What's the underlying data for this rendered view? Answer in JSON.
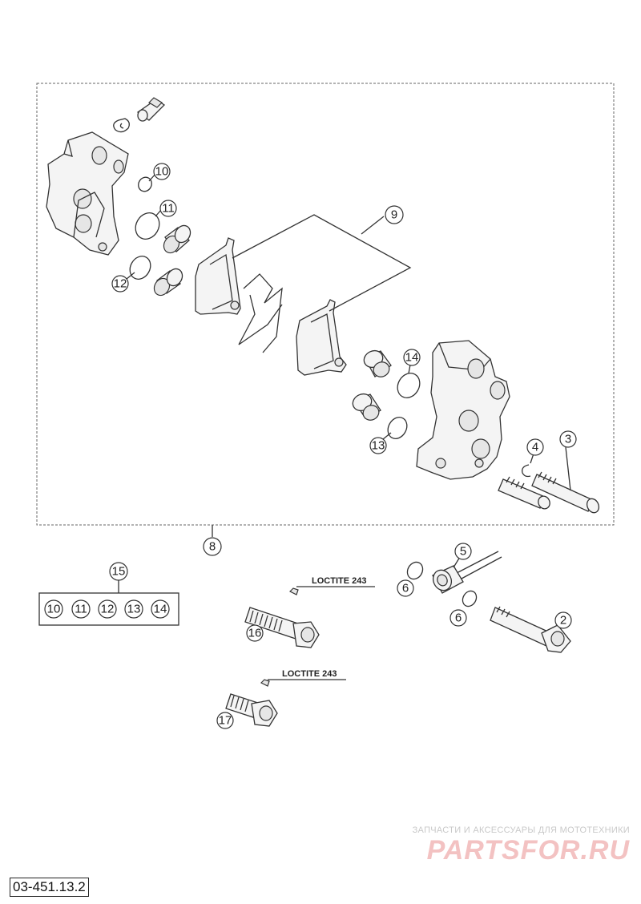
{
  "diagram": {
    "code": "03-451.13.2",
    "callouts": {
      "c2": "2",
      "c3": "3",
      "c4": "4",
      "c5": "5",
      "c6a": "6",
      "c6b": "6",
      "c8": "8",
      "c9": "9",
      "c10": "10",
      "c11": "11",
      "c12": "12",
      "c13": "13",
      "c14": "14",
      "c15": "15",
      "c16": "16",
      "c17": "17"
    },
    "kit_15_items": [
      "10",
      "11",
      "12",
      "13",
      "14"
    ],
    "annotations": {
      "loctite_1": "LOCTITE 243",
      "loctite_2": "LOCTITE 243"
    }
  },
  "watermark": {
    "line1": "ЗАПЧАСТИ И АКСЕССУАРЫ ДЛЯ МОТОТЕХНИКИ",
    "line2": "PARTSFOR.RU"
  }
}
